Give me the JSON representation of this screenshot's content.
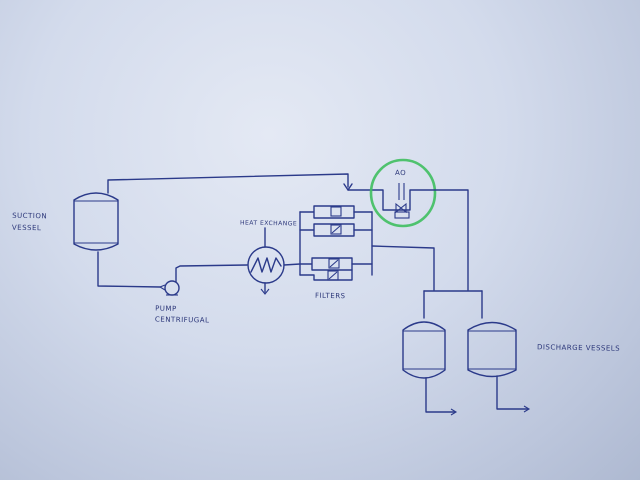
{
  "diagram": {
    "labels": {
      "suction_vessel": "Suction\nVessel",
      "pump": "Pump\nCentrifugal",
      "heat_exchanger": "Heat Exchange",
      "filters": "Filters",
      "discharge_vessels": "Discharge Vessels",
      "ao": "AO"
    },
    "highlight_color": "#3fbf5f",
    "ink_color": "#2b3a8a"
  }
}
